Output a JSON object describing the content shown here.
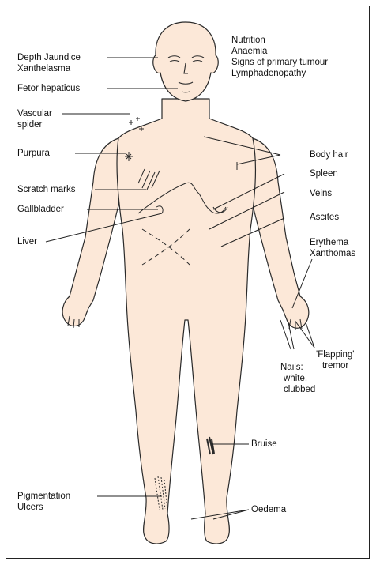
{
  "colors": {
    "skin": "#fce8d8",
    "outline": "#2a2a2a",
    "leader_line": "#222222",
    "frame": "#222222",
    "text": "#111111"
  },
  "labels": {
    "depth_jaundice": "Depth Jaundice",
    "xanthelasma": "Xanthelasma",
    "fetor_hepaticus": "Fetor hepaticus",
    "vascular": "Vascular",
    "spider": "spider",
    "purpura": "Purpura",
    "scratch_marks": "Scratch marks",
    "gallbladder": "Gallbladder",
    "liver": "Liver",
    "nutrition": "Nutrition",
    "anaemia": "Anaemia",
    "signs_primary_tumour": "Signs of primary tumour",
    "lymphadenopathy": "Lymphadenopathy",
    "body_hair": "Body hair",
    "spleen": "Spleen",
    "veins": "Veins",
    "ascites": "Ascites",
    "erythema": "Erythema",
    "xanthomas": "Xanthomas",
    "flapping": "'Flapping'",
    "tremor": "tremor",
    "nails": "Nails:",
    "white": "white,",
    "clubbed": "clubbed",
    "bruise": "Bruise",
    "pigmentation": "Pigmentation",
    "ulcers": "Ulcers",
    "oedema": "Oedema"
  }
}
